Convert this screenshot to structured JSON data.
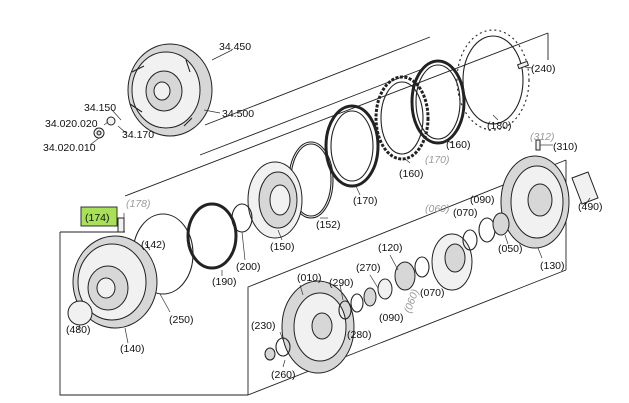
{
  "callouts": {
    "c34450": "34.450",
    "c34500": "34.500",
    "c34150": "34.150",
    "c34020020": "34.020.020",
    "c34170": "34.170",
    "c34020010": "34.020.010",
    "c240": "(240)",
    "c180": "(180)",
    "c160a": "(160)",
    "c160b": "(160)",
    "c170a": "(170)",
    "c170b": "(170)",
    "c312": "(312)",
    "c310": "(310)",
    "c490": "(490)",
    "c174": "(174)",
    "c178": "(178)",
    "c142": "(142)",
    "c190": "(190)",
    "c200": "(200)",
    "c150": "(150)",
    "c152": "(152)",
    "c060a": "(060)",
    "c070a": "(070)",
    "c090a": "(090)",
    "c050": "(050)",
    "c130": "(130)",
    "c120": "(120)",
    "c270": "(270)",
    "c010": "(010)",
    "c290": "(290)",
    "c060b": "(060)",
    "c070b": "(070)",
    "c090b": "(090)",
    "c280": "(280)",
    "c230": "(230)",
    "c260": "(260)",
    "c250": "(250)",
    "c480": "(480)",
    "c140": "(140)"
  },
  "highlight_color": "#a8e05a"
}
